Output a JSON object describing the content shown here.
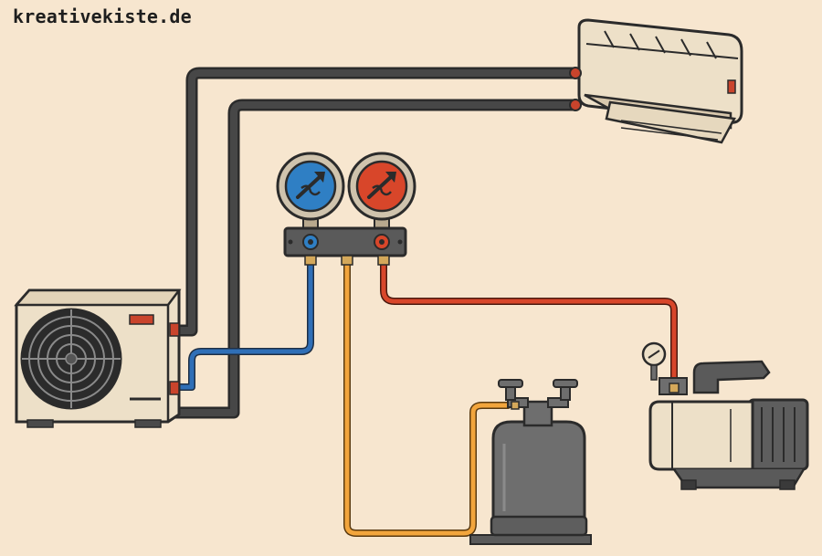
{
  "brand": {
    "text": "kreativekiste.de"
  },
  "colors": {
    "background": "#f7e6cf",
    "pipe_dark": "#474747",
    "hose_blue": "#2f6fb7",
    "hose_red": "#d8462a",
    "hose_yellow": "#f2a53c",
    "gauge_blue": "#2f7fc4",
    "gauge_red": "#d8462a",
    "unit_body": "#ede0c8",
    "outline": "#2b2b2b"
  },
  "components": [
    {
      "name": "indoor-unit",
      "kind": "split-ac-indoor"
    },
    {
      "name": "outdoor-unit",
      "kind": "condenser-with-fan"
    },
    {
      "name": "manifold-gauge-set",
      "kind": "low-and-high-pressure-gauges"
    },
    {
      "name": "refrigerant-cylinder",
      "kind": "gas-bottle"
    },
    {
      "name": "vacuum-pump",
      "kind": "pump-with-gauge"
    }
  ],
  "icons": [
    "fan-icon",
    "pressure-gauge-icon",
    "valve-icon"
  ]
}
